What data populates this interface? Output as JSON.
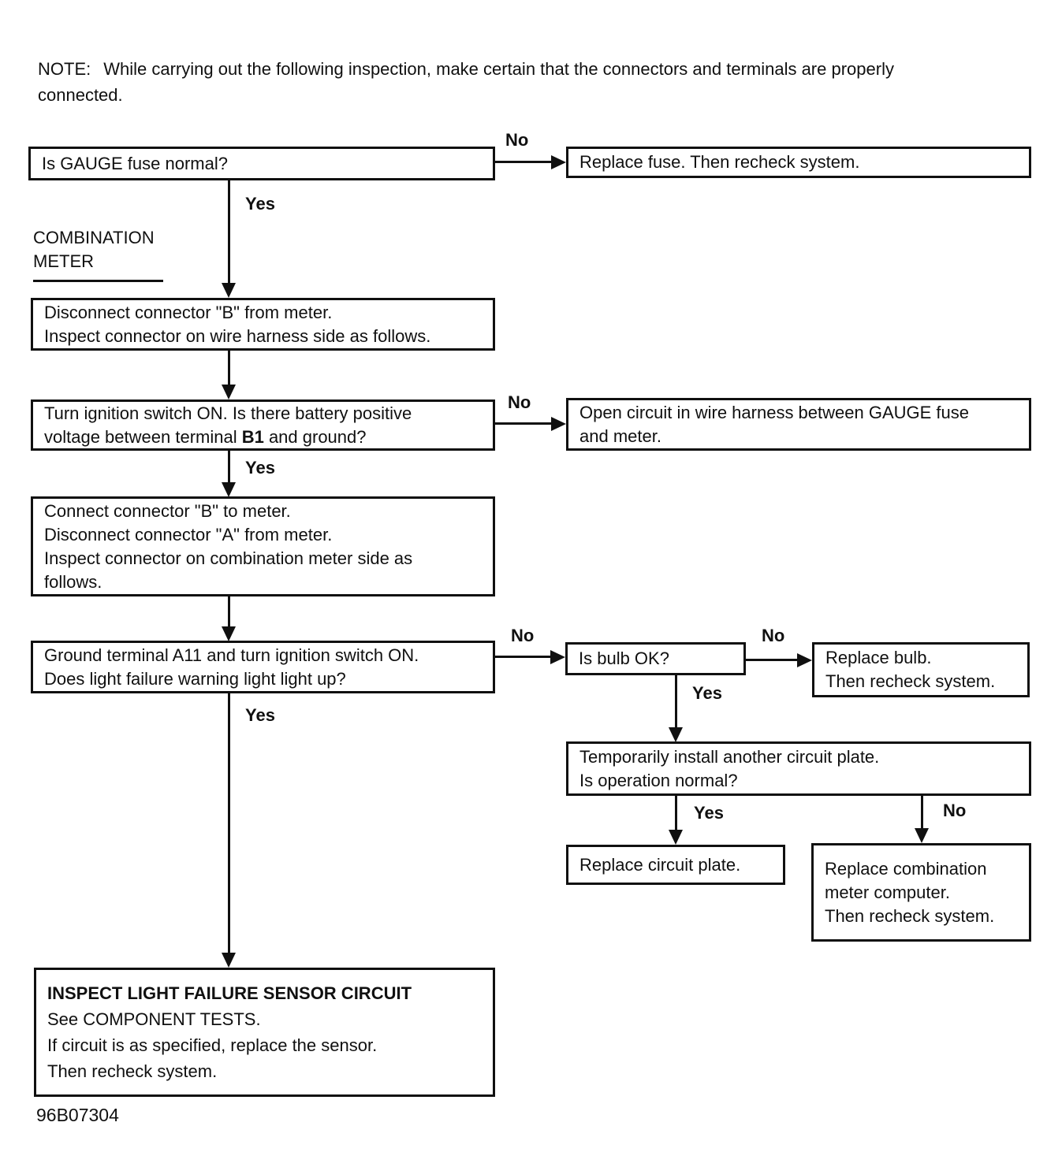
{
  "note": {
    "label": "NOTE:",
    "line1": "While carrying out the following inspection, make certain that the connectors and terminals are properly",
    "line2": "connected."
  },
  "section_label": {
    "line1": "COMBINATION",
    "line2": "METER"
  },
  "branch_labels": {
    "yes": "Yes",
    "no": "No"
  },
  "figure_id": "96B07304",
  "colors": {
    "ink": "#101010",
    "paper": "#ffffff"
  },
  "nodes": {
    "gauge_fuse_q": {
      "text": "Is GAUGE fuse normal?"
    },
    "replace_fuse": {
      "text": "Replace fuse. Then recheck system."
    },
    "disconnect_b": {
      "line1": "Disconnect connector \"B\" from meter.",
      "line2": "Inspect connector on wire harness side as follows."
    },
    "battery_voltage_q": {
      "line1": "Turn ignition switch ON. Is there battery positive",
      "line2_pre": "voltage between terminal ",
      "line2_bold": "B1",
      "line2_post": " and ground?"
    },
    "open_circuit": {
      "line1": "Open circuit in wire harness between GAUGE fuse",
      "line2": "and meter."
    },
    "connect_b": {
      "line1": "Connect connector \"B\" to meter.",
      "line2": "Disconnect connector \"A\" from meter.",
      "line3": "Inspect connector on combination meter side as",
      "line4": "follows."
    },
    "ground_a11_q": {
      "line1": "Ground terminal A11 and turn ignition switch ON.",
      "line2": "Does light failure warning light light up?"
    },
    "bulb_q": {
      "text": "Is bulb OK?"
    },
    "replace_bulb": {
      "line1": "Replace bulb.",
      "line2": "Then recheck system."
    },
    "circuit_plate_q": {
      "line1": "Temporarily install another circuit plate.",
      "line2": "Is operation normal?"
    },
    "replace_circuit_plate": {
      "text": "Replace circuit plate."
    },
    "replace_meter_computer": {
      "line1": "Replace combination",
      "line2": "meter computer.",
      "line3": "Then recheck system."
    },
    "inspect_sensor": {
      "title": "INSPECT LIGHT FAILURE SENSOR CIRCUIT",
      "line1": "See COMPONENT TESTS.",
      "line2": "If circuit is as specified, replace the sensor.",
      "line3": "Then recheck system."
    }
  }
}
